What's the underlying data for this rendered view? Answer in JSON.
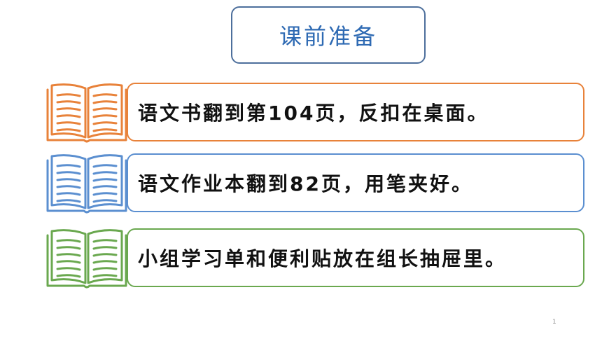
{
  "title": "课前准备",
  "items": [
    {
      "text": "语文书翻到第104页，反扣在桌面。",
      "color": "#e8823a",
      "icon": "open-book-icon"
    },
    {
      "text": "语文作业本翻到82页，用笔夹好。",
      "color": "#5b8fd0",
      "icon": "open-book-icon"
    },
    {
      "text": "小组学习单和便利贴放在组长抽屉里。",
      "color": "#6aa84f",
      "icon": "open-book-icon"
    }
  ],
  "page_number": "1"
}
